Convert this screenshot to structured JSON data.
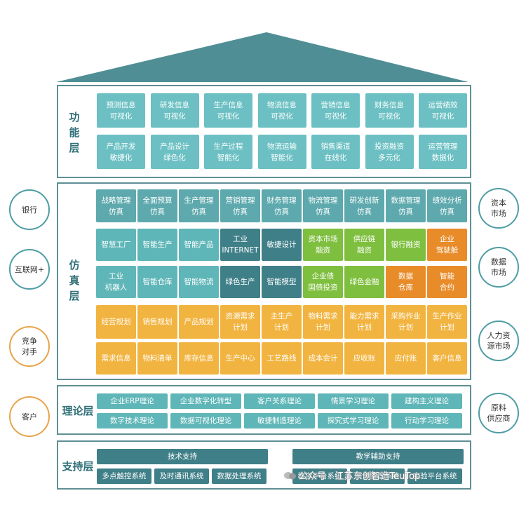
{
  "function_layer": {
    "title_chars": [
      "功",
      "能",
      "层"
    ],
    "row1": [
      "预测信息\n可视化",
      "研发信息\n可视化",
      "生产信息\n可视化",
      "物流信息\n可视化",
      "营销信息\n可视化",
      "财务信息\n可视化",
      "运营绩效\n可视化"
    ],
    "row2": [
      "产品开发\n敏捷化",
      "产品设计\n绿色化",
      "生产过程\n智能化",
      "物流运输\n智能化",
      "销售渠道\n在线化",
      "投资融资\n多元化",
      "运营管理\n数据化"
    ]
  },
  "simulation_layer": {
    "title_chars": [
      "仿",
      "真",
      "层"
    ],
    "row1": [
      "战略管理\n仿真",
      "全面预算\n仿真",
      "生产管理\n仿真",
      "营销管理\n仿真",
      "财务管理\n仿真",
      "物流管理\n仿真",
      "研发创新\n仿真",
      "数据管理\n仿真",
      "绩效分析\n仿真"
    ],
    "row2": [
      "智慧工厂",
      "智能生产",
      "智能产品",
      "工业\nINTERNET",
      "敏捷设计",
      "资本市场\n融资",
      "供应链\n融资",
      "银行融资",
      "企业\n驾驶舱"
    ],
    "row3": [
      "工业\n机器人",
      "智能仓库",
      "智能物流",
      "绿色生产",
      "智能模型",
      "企业债\n国债投资",
      "绿色金融",
      "数据\n仓库",
      "智能\n合约"
    ],
    "row4": [
      "经营规划",
      "销售规划",
      "产品规划",
      "资源需求\n计划",
      "主生产\n计划",
      "物料需求\n计划",
      "能力需求\n计划",
      "采购作业\n计划",
      "生产作业\n计划"
    ],
    "row5": [
      "需求信息",
      "物料清单",
      "库存信息",
      "生产中心",
      "工艺路线",
      "成本会计",
      "应收账",
      "应付账",
      "客户信息"
    ]
  },
  "theory_layer": {
    "title": "理论层",
    "row1": [
      "企业ERP理论",
      "企业数字化转型",
      "客户关系理论",
      "情景学习理论",
      "建构主义理论"
    ],
    "row2": [
      "数字技术理论",
      "数据可视化理论",
      "敏捷制造理论",
      "探究式学习理论",
      "行动学习理论"
    ]
  },
  "support_layer": {
    "title": "支持层",
    "tech_title": "技术支持",
    "tech_items": [
      "多点触控系统",
      "及时通讯系统",
      "数据处理系统"
    ],
    "edu_title": "教学辅助支持",
    "edu_items": [
      "教学平台系统",
      "资源管理系统",
      "实验平台系统"
    ]
  },
  "left_circles": [
    "银行",
    "互联网+",
    "竞争\n对手",
    "客户"
  ],
  "right_circles": [
    "资本\n市场",
    "数据\n市场",
    "人力资\n源市场",
    "原料\n供应商"
  ],
  "watermark": "公众号 · 江苏东创智造TeuTop",
  "colors": {
    "roof": "#4f8e95",
    "frame": "#5f8f95",
    "teal": "#5fb6b8",
    "dark_teal": "#3f7f88",
    "green": "#7fbf3f",
    "orange": "#e88c2a",
    "yellow": "#f2b440"
  }
}
